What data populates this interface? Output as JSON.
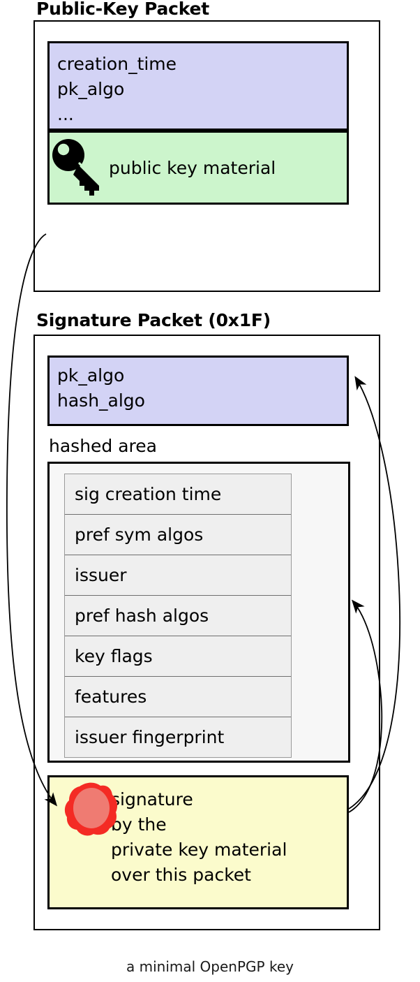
{
  "diagram": {
    "caption": "a minimal OpenPGP key",
    "colors": {
      "lavender": "#d3d3f5",
      "green": "#ccf5cc",
      "yellow": "#fbfbcc",
      "subpacket_grey": "#efefef",
      "hashed_area_grey": "#f7f7f7",
      "seal_red": "#f42b24",
      "seal_red_inner": "#ef7b72",
      "stroke": "#000000"
    }
  },
  "public_key_packet": {
    "title": "Public-Key Packet",
    "header_fields": {
      "lines": [
        "creation_time",
        "pk_algo",
        "..."
      ]
    },
    "key_material": {
      "label": "public key material",
      "icon": "key-icon"
    }
  },
  "signature_packet": {
    "title": "Signature Packet (0x1F)",
    "algo_fields": {
      "lines": [
        "pk_algo",
        "hash_algo"
      ]
    },
    "hashed_area": {
      "label": "hashed area",
      "subpackets": [
        "sig creation time",
        "pref sym algos",
        "issuer",
        "pref hash algos",
        "key flags",
        "features",
        "issuer fingerprint"
      ]
    },
    "signature_block": {
      "icon": "wax-seal-icon",
      "lines": [
        "signature",
        "by the",
        "private key material",
        "over this packet"
      ]
    }
  },
  "arrows": [
    {
      "name": "public-key-to-signature-arrow",
      "from": "public-key-packet",
      "to": "signature-block"
    },
    {
      "name": "signature-to-algo-fields-arrow",
      "from": "signature-block",
      "to": "signature-algo-fields"
    },
    {
      "name": "signature-to-hashed-area-arrow",
      "from": "signature-block",
      "to": "hashed-area"
    }
  ]
}
